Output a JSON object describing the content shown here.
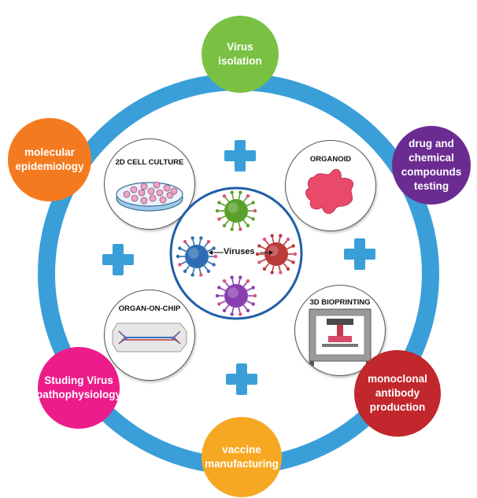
{
  "center": {
    "label": "Viruses"
  },
  "panels": {
    "culture2d": "2D CELL CULTURE",
    "organoid": "ORGANOID",
    "organ_on_chip": "ORGAN-ON-CHIP",
    "bioprinting": "3D BIOPRINTING"
  },
  "applications": [
    {
      "id": "virus-isolation",
      "lines": [
        "Virus isolation"
      ],
      "color": "#7ac143"
    },
    {
      "id": "molecular-epidemiology",
      "lines": [
        "molecular",
        "epidemiology"
      ],
      "color": "#f47a20"
    },
    {
      "id": "drug-testing",
      "lines": [
        "drug and",
        "chemical",
        "compounds",
        "testing"
      ],
      "color": "#6b2c91"
    },
    {
      "id": "virus-pathophysiology",
      "lines": [
        "Studing Virus",
        "pathophysiology"
      ],
      "color": "#ec1c8b"
    },
    {
      "id": "antibody-production",
      "lines": [
        "monoclonal",
        "antibody",
        "production"
      ],
      "color": "#c1272d"
    },
    {
      "id": "vaccine-manufacturing",
      "lines": [
        "vaccine",
        "manufacturing"
      ],
      "color": "#f7a823"
    }
  ],
  "colors": {
    "ring": "#3a9fd8",
    "center_ring": "#1f5fa8",
    "plus": "#3a9fd8"
  },
  "virus_colors": [
    "#5aa02c",
    "#2e6db4",
    "#b83a3a",
    "#8a3fb0"
  ]
}
